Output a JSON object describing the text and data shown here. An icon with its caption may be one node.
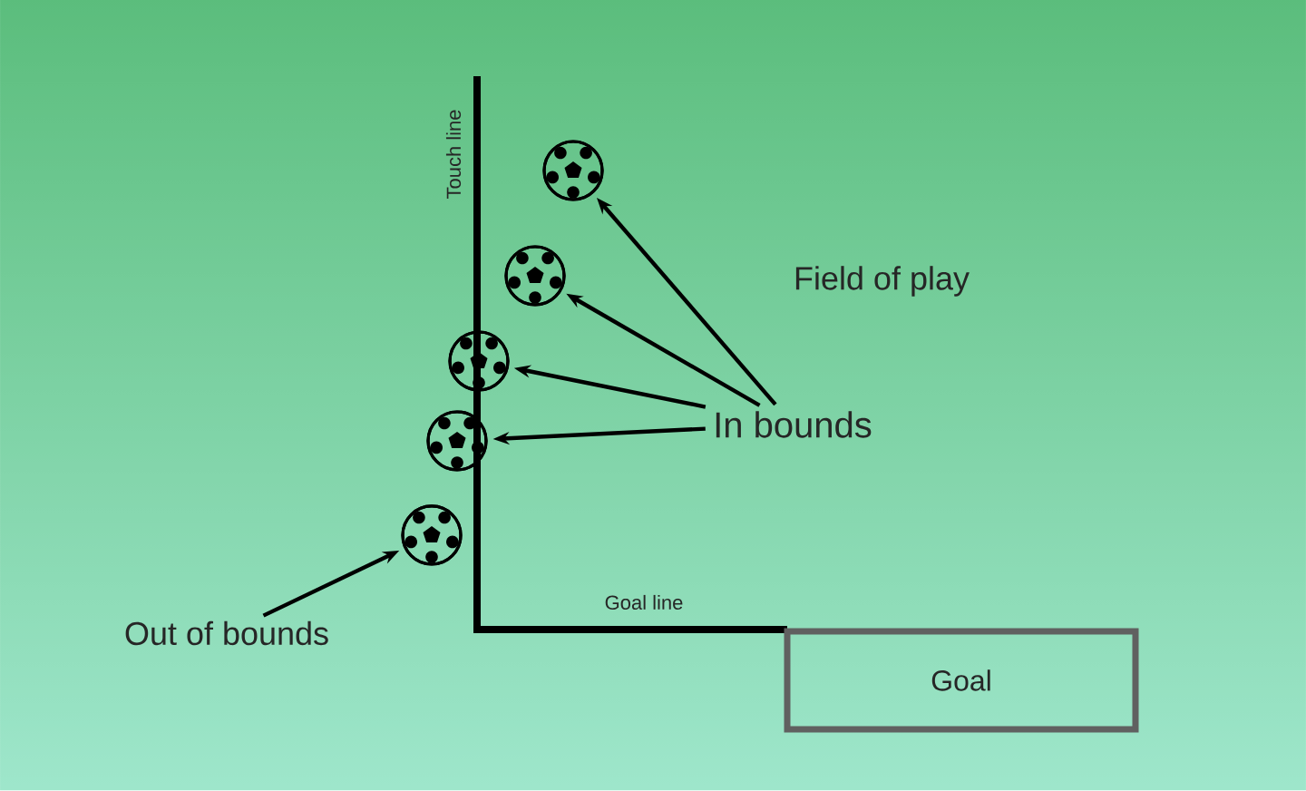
{
  "diagram": {
    "nodes": [
      {
        "text": [],
        "shape": "picture"
      },
      {
        "text": [],
        "shape": "picture"
      },
      {
        "text": [],
        "shape": "picture"
      },
      {
        "text": [],
        "shape": "picture"
      },
      {
        "text": [
          "In bounds"
        ]
      },
      {
        "text": [],
        "shape": "picture"
      },
      {
        "text": [
          "Out of bounds"
        ]
      },
      {
        "text": [
          "Goal"
        ]
      }
    ],
    "edges": [
      {
        "from": 4,
        "to": 0,
        "arrow": "to"
      },
      {
        "from": 4,
        "to": 1,
        "arrow": "to"
      },
      {
        "from": 4,
        "to": 2,
        "arrow": "to"
      },
      {
        "from": 4,
        "to": 3,
        "arrow": "to"
      },
      {
        "from": 6,
        "to": 5,
        "arrow": "to"
      }
    ],
    "labels": [
      "Touch line",
      "Field of play",
      "Goal line"
    ]
  }
}
